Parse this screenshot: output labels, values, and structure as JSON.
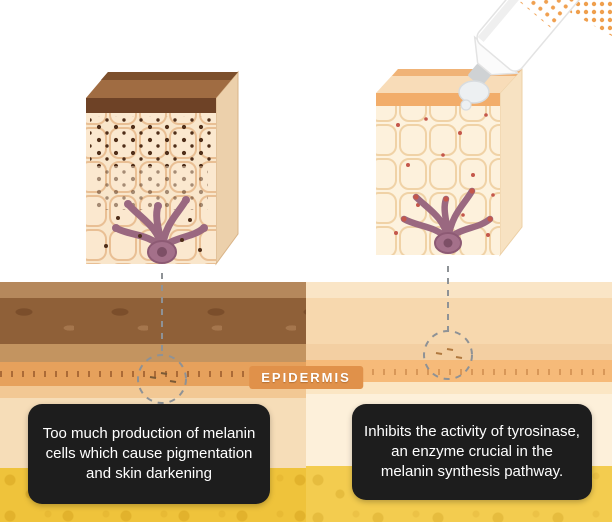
{
  "labels": {
    "epidermis": "EPIDERMIS"
  },
  "cards": {
    "left": {
      "text": "Too much production of melanin cells which cause pigmentation and skin darkening"
    },
    "right": {
      "text": "Inhibits the activity of tyrosinase, an enzyme crucial in the melanin synthesis pathway."
    }
  },
  "icons": {
    "left_illustration": "hyperpigmented-skin-cube-icon",
    "right_illustration": "treated-skin-cube-icon",
    "tube": "cream-tube-icon",
    "left_connector": "dashed-magnifier-left",
    "right_connector": "dashed-magnifier-right"
  },
  "colors": {
    "card_bg": "#1d1d1d",
    "card_text": "#ffffff",
    "epidermis_badge": "#e0914a",
    "epidermis_band_left": "#e6a15c",
    "epidermis_band_right": "#f6ba79",
    "fat_layer_left": "#efc33b",
    "fat_layer_right": "#f3cc4f",
    "melanin_dot": "#4f2e19",
    "melanocyte": "#9a6880",
    "connector": "#8e9296"
  }
}
